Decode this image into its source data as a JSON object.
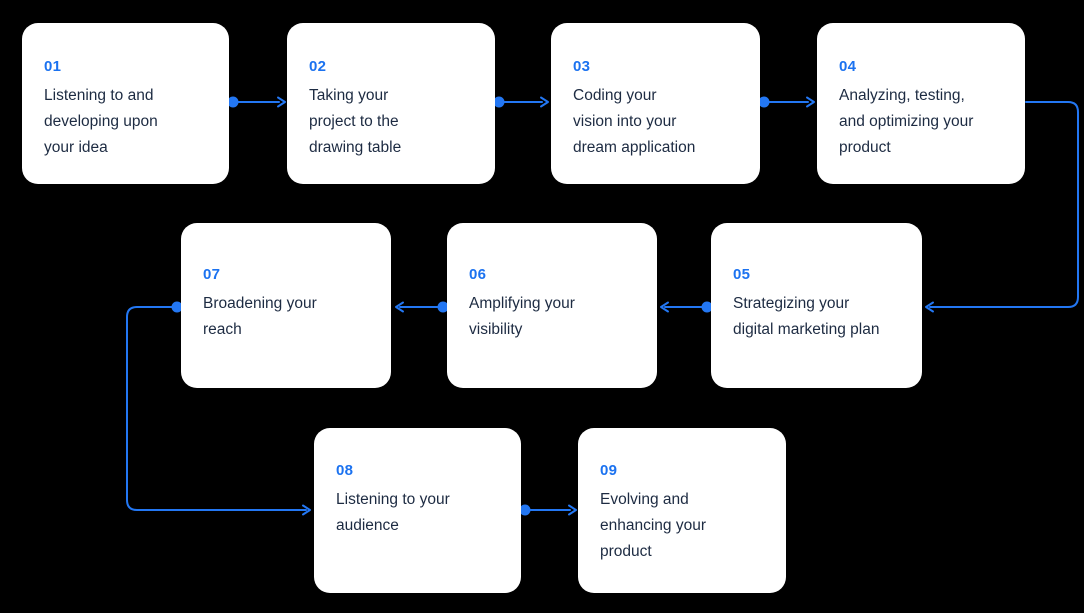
{
  "diagram": {
    "background_color": "#000000",
    "card_color": "#ffffff",
    "accent_color": "#2377f3",
    "number_color": "#1b72f0",
    "text_color": "#1d2b42",
    "steps": [
      {
        "number": "01",
        "title": "Listening to and\ndeveloping upon\nyour idea"
      },
      {
        "number": "02",
        "title": "Taking your\nproject to the\ndrawing table"
      },
      {
        "number": "03",
        "title": "Coding your\nvision into your\ndream application"
      },
      {
        "number": "04",
        "title": "Analyzing, testing,\nand optimizing your\nproduct"
      },
      {
        "number": "05",
        "title": "Strategizing your\ndigital marketing plan"
      },
      {
        "number": "06",
        "title": "Amplifying your\nvisibility"
      },
      {
        "number": "07",
        "title": "Broadening your\nreach"
      },
      {
        "number": "08",
        "title": "Listening to your\naudience"
      },
      {
        "number": "09",
        "title": "Evolving and\nenhancing your\nproduct"
      }
    ],
    "connections": [
      {
        "from": "01",
        "to": "02",
        "shape": "straight-right"
      },
      {
        "from": "02",
        "to": "03",
        "shape": "straight-right"
      },
      {
        "from": "03",
        "to": "04",
        "shape": "straight-right"
      },
      {
        "from": "04",
        "to": "05",
        "shape": "elbow-right-down-left"
      },
      {
        "from": "05",
        "to": "06",
        "shape": "straight-left"
      },
      {
        "from": "06",
        "to": "07",
        "shape": "straight-left"
      },
      {
        "from": "07",
        "to": "08",
        "shape": "elbow-left-down-right"
      },
      {
        "from": "08",
        "to": "09",
        "shape": "straight-right"
      }
    ]
  }
}
